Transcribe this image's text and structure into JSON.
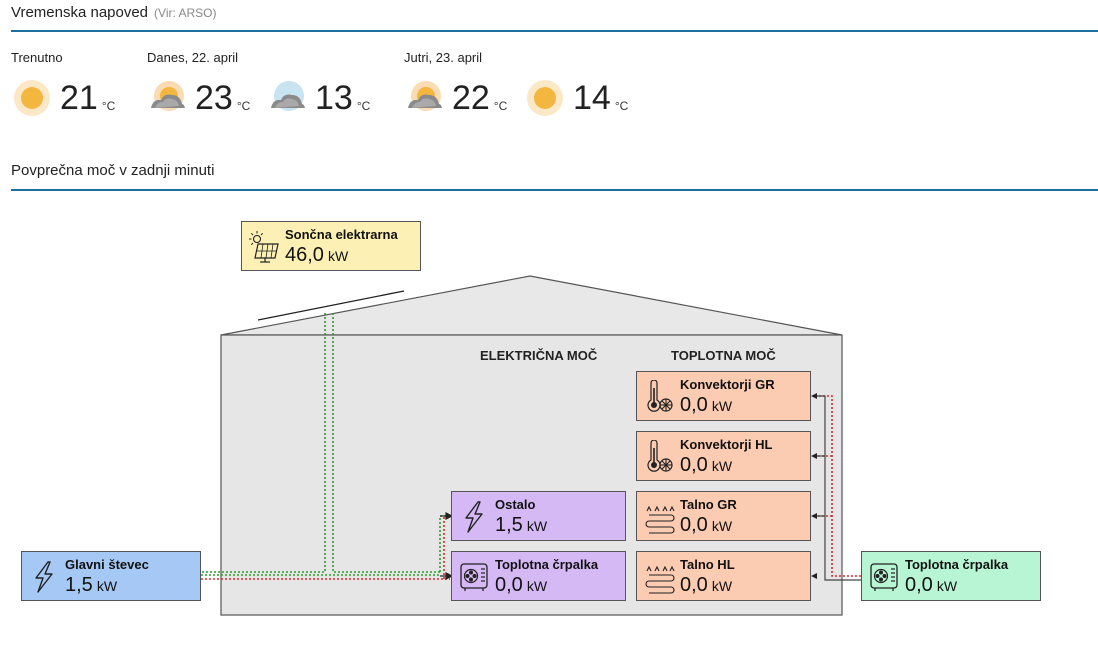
{
  "weather": {
    "title": "Vremenska napoved",
    "source": "(Vir: ARSO)",
    "unit": "°C",
    "now_label": "Trenutno",
    "today_label": "Danes, 22. april",
    "tomorrow_label": "Jutri, 23. april",
    "now": {
      "temp": "21",
      "icon": "sun-icon"
    },
    "today_day": {
      "temp": "23",
      "icon": "partly-cloudy-icon"
    },
    "today_night": {
      "temp": "13",
      "icon": "cloudy-icon"
    },
    "tomorrow_day": {
      "temp": "22",
      "icon": "partly-cloudy-icon"
    },
    "tomorrow_night": {
      "temp": "14",
      "icon": "sun-icon"
    }
  },
  "power": {
    "title": "Povprečna moč v zadnji minuti",
    "electric_heading": "ELEKTRIČNA MOČ",
    "thermal_heading": "TOPLOTNA MOČ",
    "unit": "kW",
    "solar": {
      "name": "Sončna elektrarna",
      "value": "46,0",
      "icon": "solar-panel-icon",
      "color": "#fdf0b5"
    },
    "main_meter": {
      "name": "Glavni števec",
      "value": "1,5",
      "icon": "lightning-icon",
      "color": "#a6c8f5"
    },
    "other": {
      "name": "Ostalo",
      "value": "1,5",
      "icon": "lightning-icon",
      "color": "#d4b9f5"
    },
    "heat_pump_electric": {
      "name": "Toplotna črpalka",
      "value": "0,0",
      "icon": "heat-pump-icon",
      "color": "#d4b9f5"
    },
    "heat_pump_thermal": {
      "name": "Toplotna črpalka",
      "value": "0,0",
      "icon": "heat-pump-icon",
      "color": "#b8f5d4"
    },
    "convectors_gr": {
      "name": "Konvektorji GR",
      "value": "0,0",
      "icon": "convector-heat-icon",
      "color": "#fbcbb2"
    },
    "convectors_hl": {
      "name": "Konvektorji HL",
      "value": "0,0",
      "icon": "convector-cool-icon",
      "color": "#fbcbb2"
    },
    "floor_gr": {
      "name": "Talno GR",
      "value": "0,0",
      "icon": "floor-heating-icon",
      "color": "#fbcbb2"
    },
    "floor_hl": {
      "name": "Talno HL",
      "value": "0,0",
      "icon": "floor-heating-icon",
      "color": "#fbcbb2"
    }
  },
  "colors": {
    "accent_rule": "#1f6f9e",
    "flow_green": "#2a9d2a",
    "flow_red": "#d23030",
    "house_fill": "#e6e6e6"
  }
}
